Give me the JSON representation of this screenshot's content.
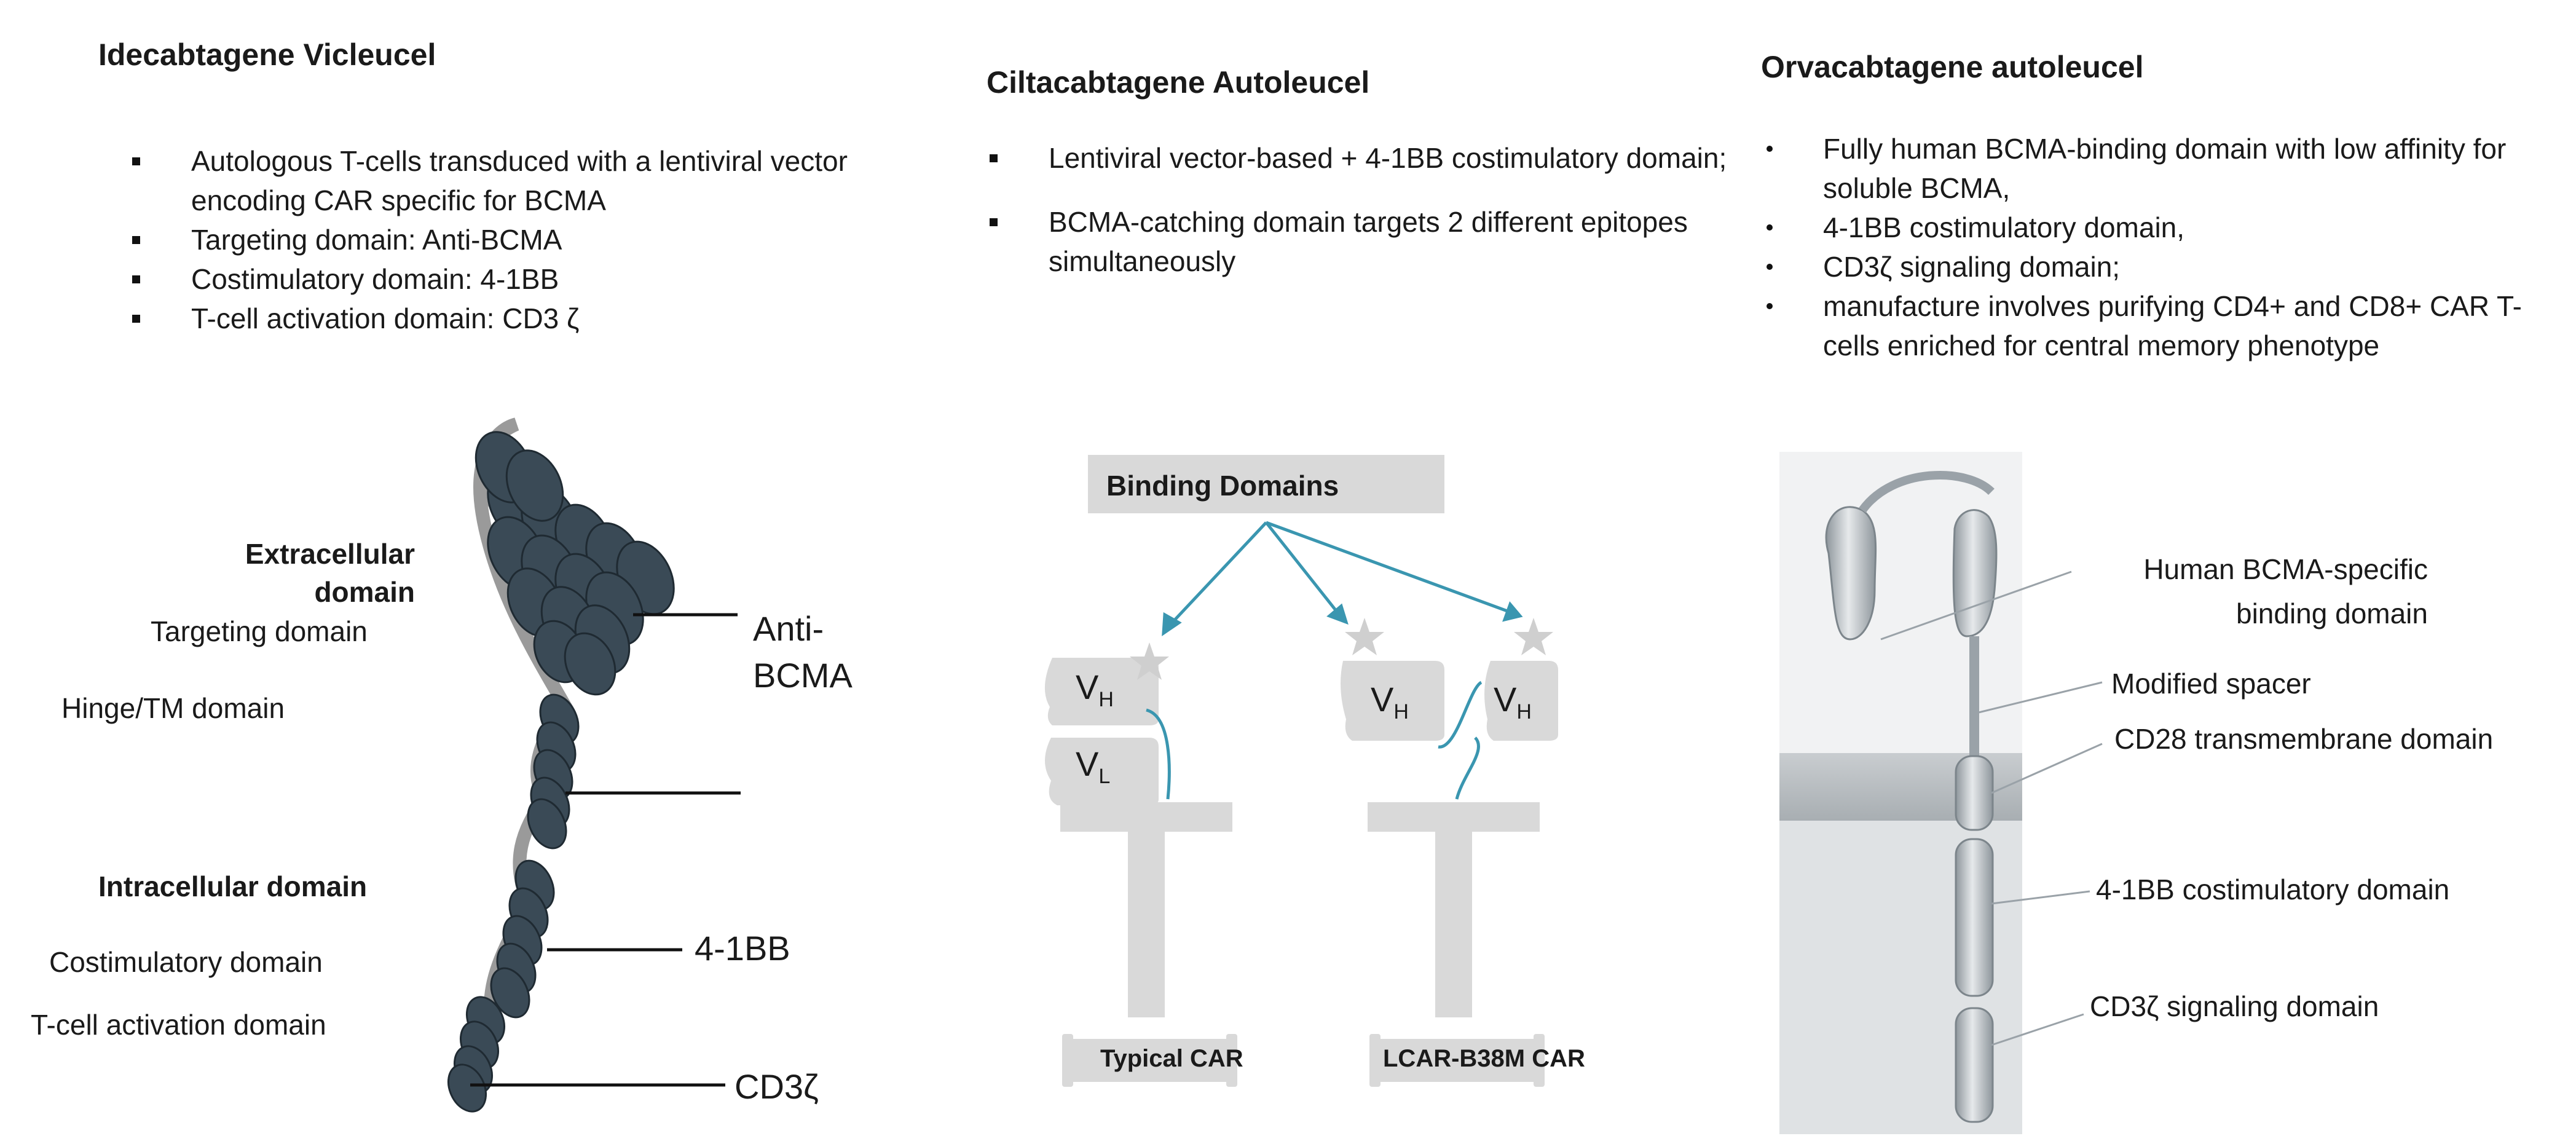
{
  "panels": [
    {
      "title": "Idecabtagene Vicleucel",
      "bullets": [
        "Autologous T-cells transduced with a lentiviral vector encoding CAR specific for BCMA",
        "Targeting domain: Anti-BCMA",
        "Costimulatory domain: 4-1BB",
        "T-cell activation domain: CD3 ζ"
      ],
      "diagram": {
        "extracellular": "Extracellular domain",
        "targeting": "Targeting domain",
        "hinge": "Hinge/TM domain",
        "anti_bcma": "Anti-BCMA",
        "intracellular": "Intracellular domain",
        "costim": "Costimulatory domain",
        "tcell": "T-cell activation domain",
        "four_1bb": "4-1BB",
        "cd3z": "CD3ζ"
      }
    },
    {
      "title": "Ciltacabtagene Autoleucel",
      "bullets": [
        "Lentiviral vector-based + 4-1BB costimulatory domain;",
        "BCMA-catching domain targets 2 different epitopes simultaneously"
      ],
      "diagram": {
        "binding_domains": "Binding Domains",
        "vh": "V",
        "vh_sub": "H",
        "vl": "V",
        "vl_sub": "L",
        "typical_car": "Typical CAR",
        "lcar": "LCAR-B38M CAR"
      }
    },
    {
      "title": "Orvacabtagene autoleucel",
      "bullets": [
        "Fully human BCMA-binding domain with low affinity for soluble BCMA,",
        "4-1BB costimulatory domain,",
        "CD3ζ signaling domain;",
        "manufacture involves purifying CD4+ and CD8+ CAR T-cells enriched for central memory phenotype"
      ],
      "diagram": {
        "human_bcma": "Human BCMA-specific binding domain",
        "spacer": "Modified spacer",
        "cd28": "CD28 transmembrane domain",
        "costim": "4-1BB costimulatory domain",
        "cd3z": "CD3ζ signaling domain"
      }
    }
  ],
  "colors": {
    "domain_dark": "#3a4a56",
    "teal": "#3a96b0",
    "light_gray": "#d9d9d9",
    "tube_gray": "#b6bcc0"
  }
}
